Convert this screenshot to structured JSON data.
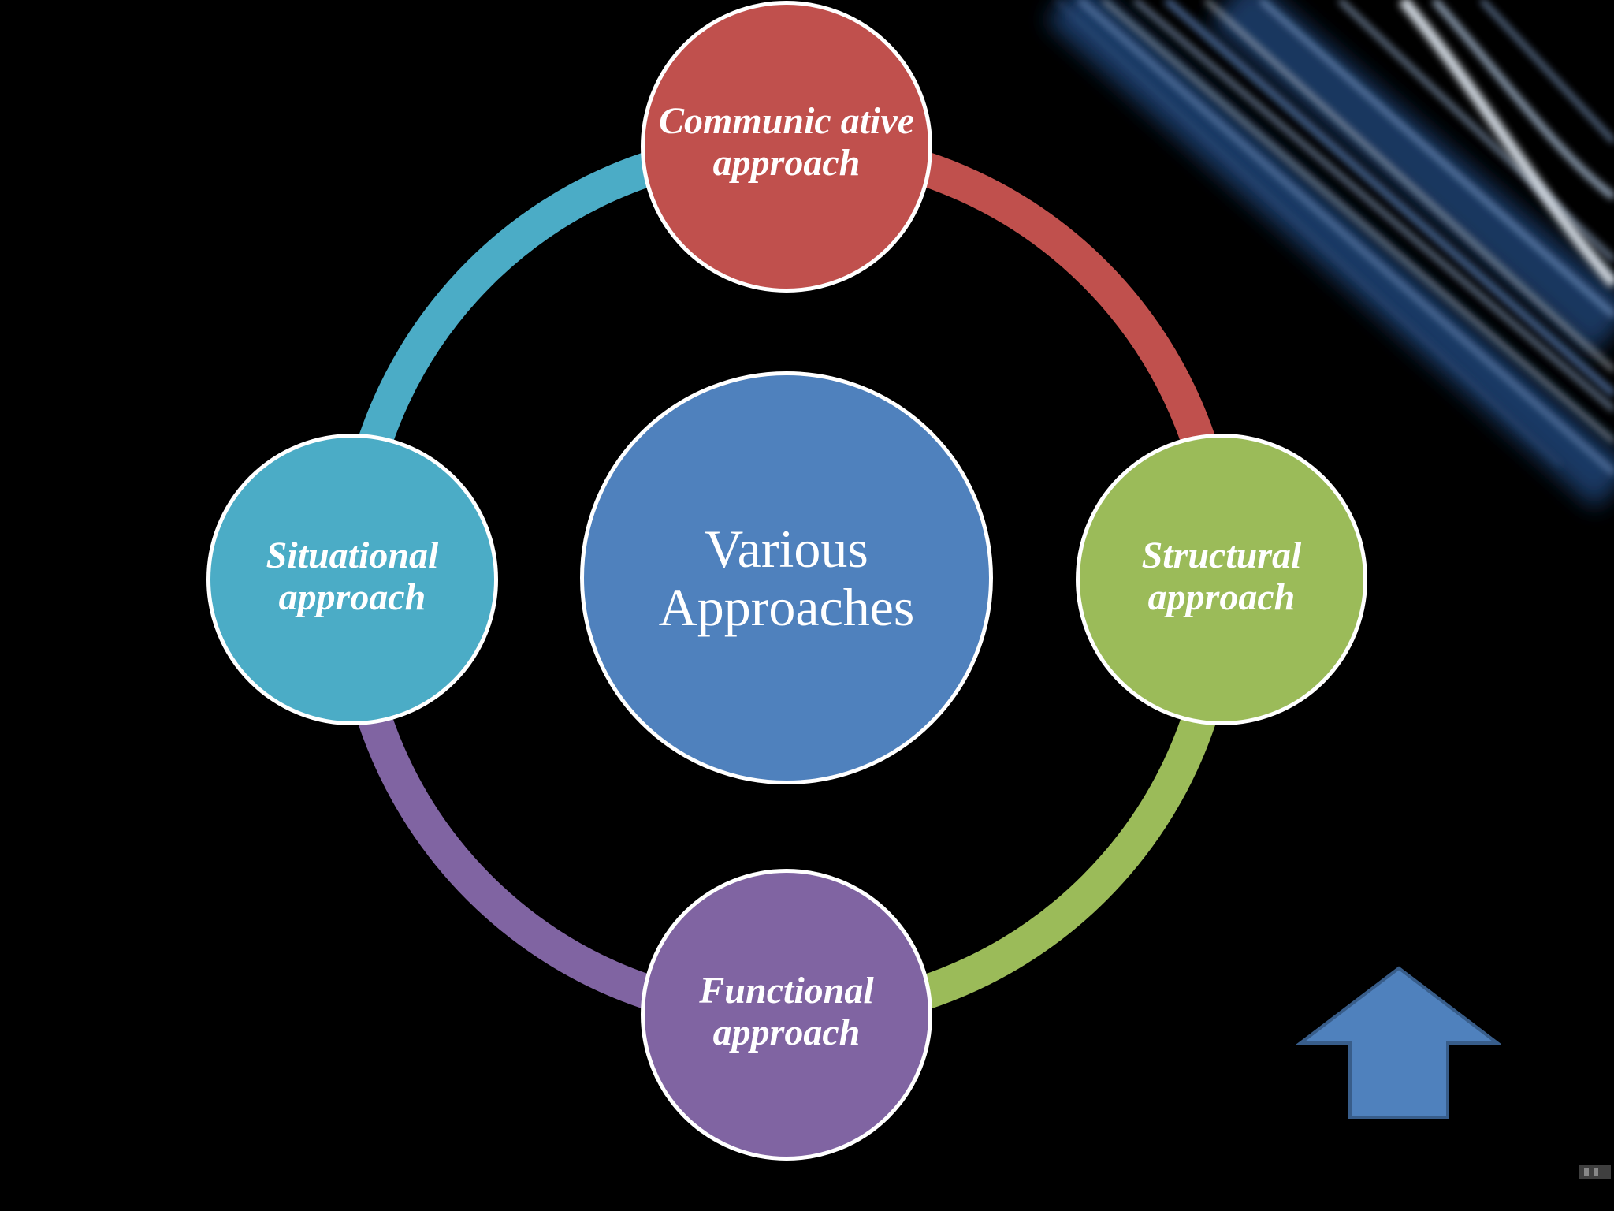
{
  "diagram": {
    "center": {
      "label": "Various Approaches",
      "color": "#4F81BD"
    },
    "nodes": [
      {
        "id": "top",
        "label": "Communic ative approach",
        "color": "#C0504D"
      },
      {
        "id": "right",
        "label": "Structural approach",
        "color": "#9BBB59"
      },
      {
        "id": "bottom",
        "label": "Functional approach",
        "color": "#8064A2"
      },
      {
        "id": "left",
        "label": "Situational approach",
        "color": "#4BACC6"
      }
    ],
    "ring_segments": [
      {
        "from": "top",
        "to": "right",
        "color": "#C0504D"
      },
      {
        "from": "right",
        "to": "bottom",
        "color": "#9BBB59"
      },
      {
        "from": "bottom",
        "to": "left",
        "color": "#8064A2"
      },
      {
        "from": "left",
        "to": "top",
        "color": "#4BACC6"
      }
    ]
  },
  "colors": {
    "background": "#000000",
    "node_border": "#FFFFFF",
    "arrow_fill": "#4F81BD",
    "arrow_stroke": "#385D8A"
  },
  "navigation": {
    "arrow_icon": "up-arrow-icon",
    "direction": "up"
  }
}
